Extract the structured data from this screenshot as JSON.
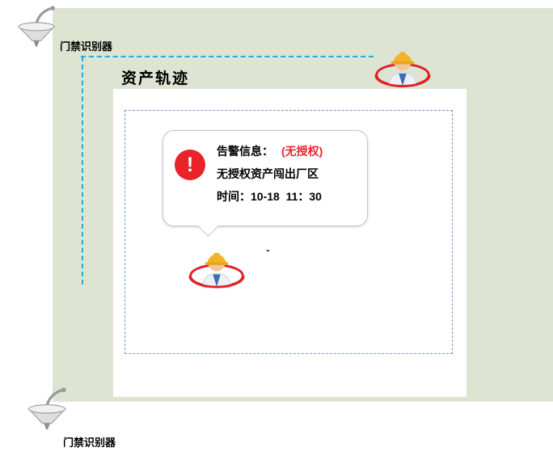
{
  "scene": {
    "title": "资产轨迹",
    "top_reader_label": "门禁识别器",
    "bottom_reader_label": "门禁识别器",
    "map_dash": "-"
  },
  "alert_bubble": {
    "icon_glyph": "!",
    "label": "告警信息：",
    "status": "(无授权)",
    "message": "无授权资产闯出厂区",
    "time_line": "时间：10-18  11：30"
  },
  "colors": {
    "area_green": "#dde5d2",
    "dashed_path_blue": "#29a7e0",
    "inner_border_blue": "#7096c8",
    "alert_red": "#e8232a",
    "helmet_yellow": "#f3b229"
  }
}
